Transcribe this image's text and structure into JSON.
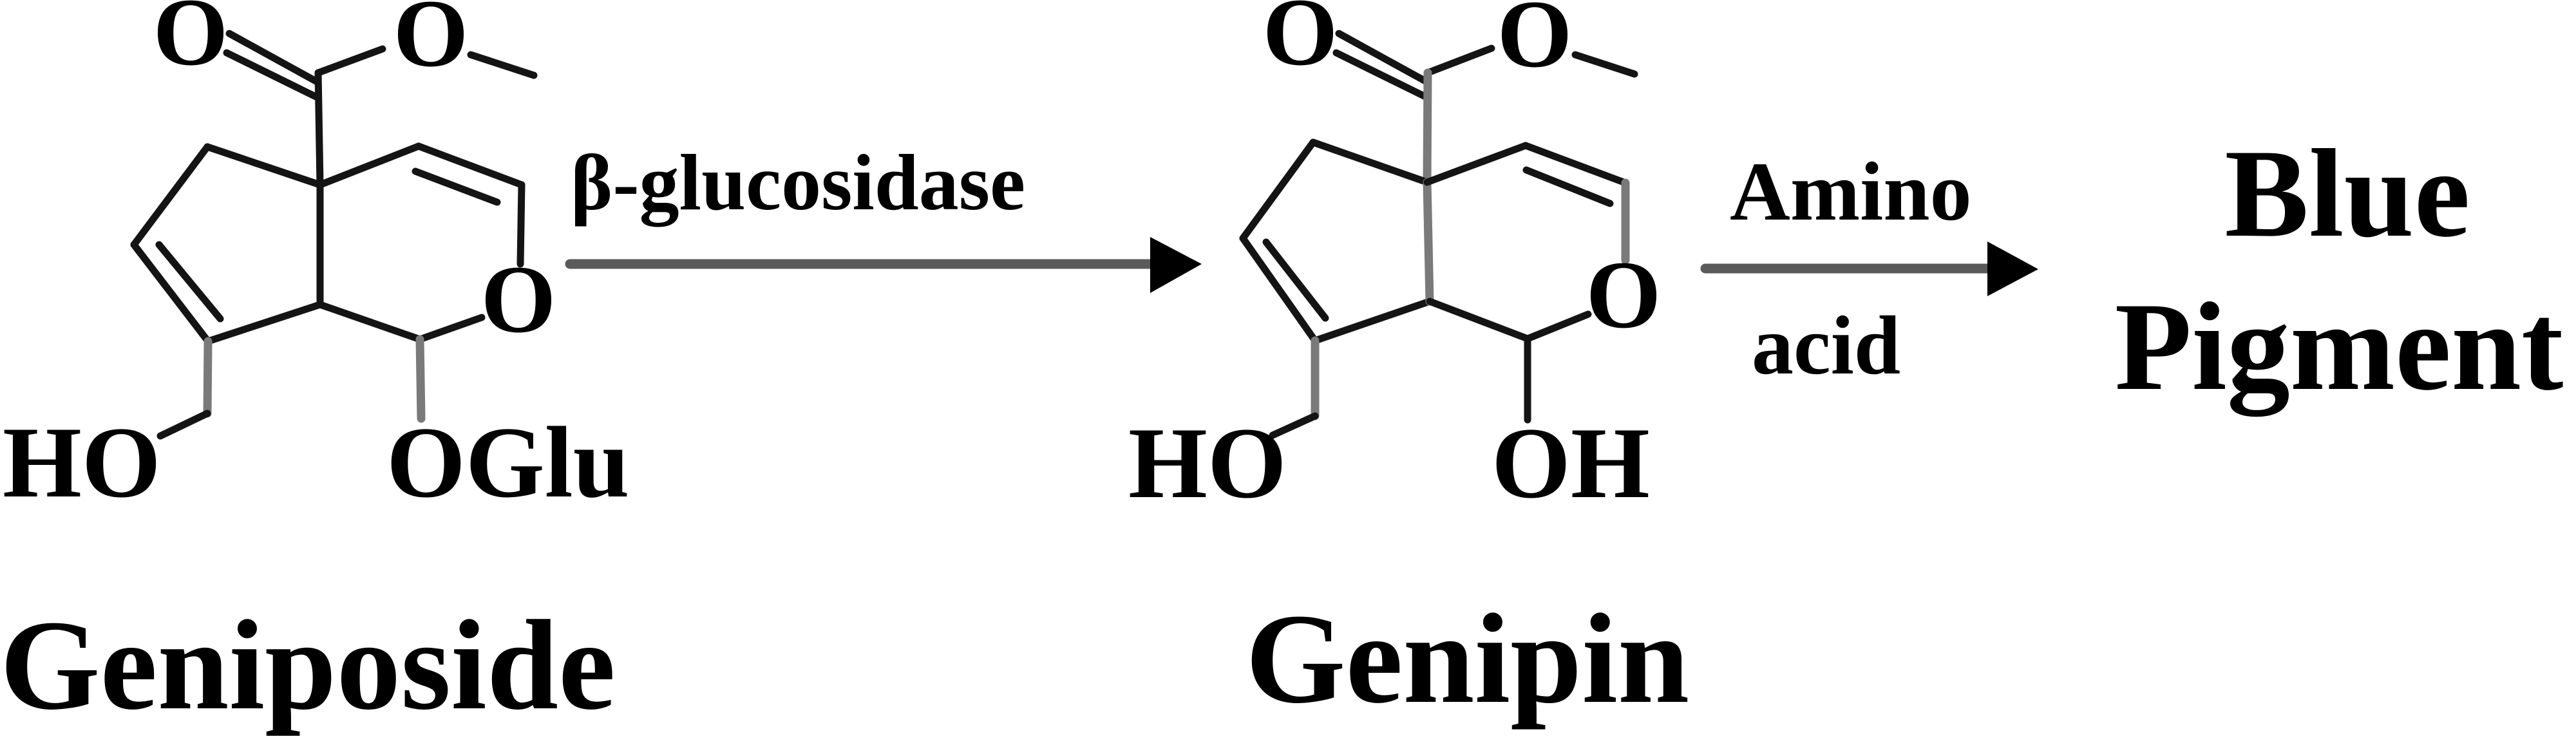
{
  "scheme": {
    "title": "Geniposide to Genipin to Blue Pigment reaction scheme",
    "compounds": [
      {
        "id": "geniposide",
        "name": "Geniposide",
        "atoms": {
          "carbonyl_o": "O",
          "ester_o": "O",
          "ring_o": "O",
          "hydroxymethyl": "HO",
          "substituent": "OGlu"
        }
      },
      {
        "id": "genipin",
        "name": "Genipin",
        "atoms": {
          "carbonyl_o": "O",
          "ester_o": "O",
          "ring_o": "O",
          "hydroxymethyl": "HO",
          "substituent": "OH"
        }
      }
    ],
    "steps": [
      {
        "id": "step-1",
        "reagent_above": "β-glucosidase",
        "reagent_below": ""
      },
      {
        "id": "step-2",
        "reagent_above": "Amino",
        "reagent_below": "acid"
      }
    ],
    "product": {
      "line1": "Blue",
      "line2": "Pigment"
    },
    "colors": {
      "ink": "#000000",
      "bond": "#141414",
      "arrow_shaft": "#5a5a5a",
      "background": "#ffffff"
    }
  }
}
